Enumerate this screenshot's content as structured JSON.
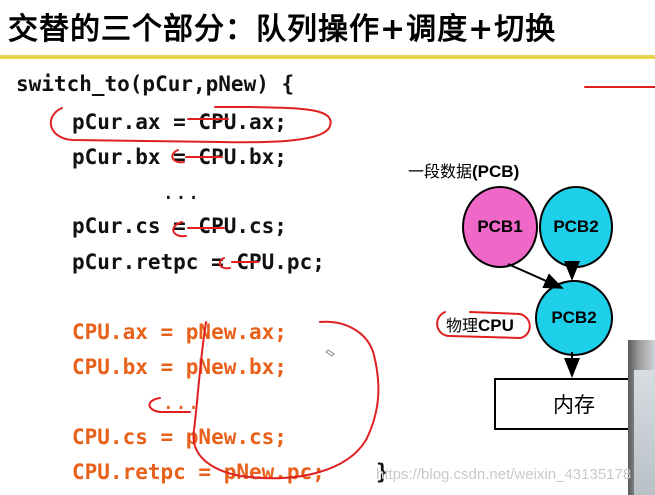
{
  "title": "交替的三个部分：队列操作+调度+切换",
  "code": {
    "header": "switch_to(pCur,pNew) {",
    "save_lines": [
      "pCur.ax = CPU.ax;",
      "pCur.bx = CPU.bx;",
      "...",
      "pCur.cs = CPU.cs;",
      "pCur.retpc = CPU.pc;"
    ],
    "restore_lines": [
      "CPU.ax = pNew.ax;",
      "CPU.bx = pNew.bx;",
      "...",
      "CPU.cs = pNew.cs;",
      "CPU.retpc = pNew.pc;"
    ],
    "closing_brace": "}"
  },
  "diagram": {
    "caption_prefix": "一段数据",
    "caption_bold": "(PCB)",
    "pcb1": "PCB1",
    "pcb2": "PCB2",
    "pcb_current": "PCB2",
    "cpu_label_prefix": "物理",
    "cpu_label_bold": "CPU",
    "memory": "内存"
  },
  "watermark": "https://blog.csdn.net/weixin_43135178",
  "colors": {
    "code_text": "#111111",
    "restore_code": "#e8611a",
    "annotation_red": "#e02020",
    "pcb1_fill": "#ef68c8",
    "pcb2_fill": "#1ecfea",
    "title_rule": "#e8d44d"
  }
}
